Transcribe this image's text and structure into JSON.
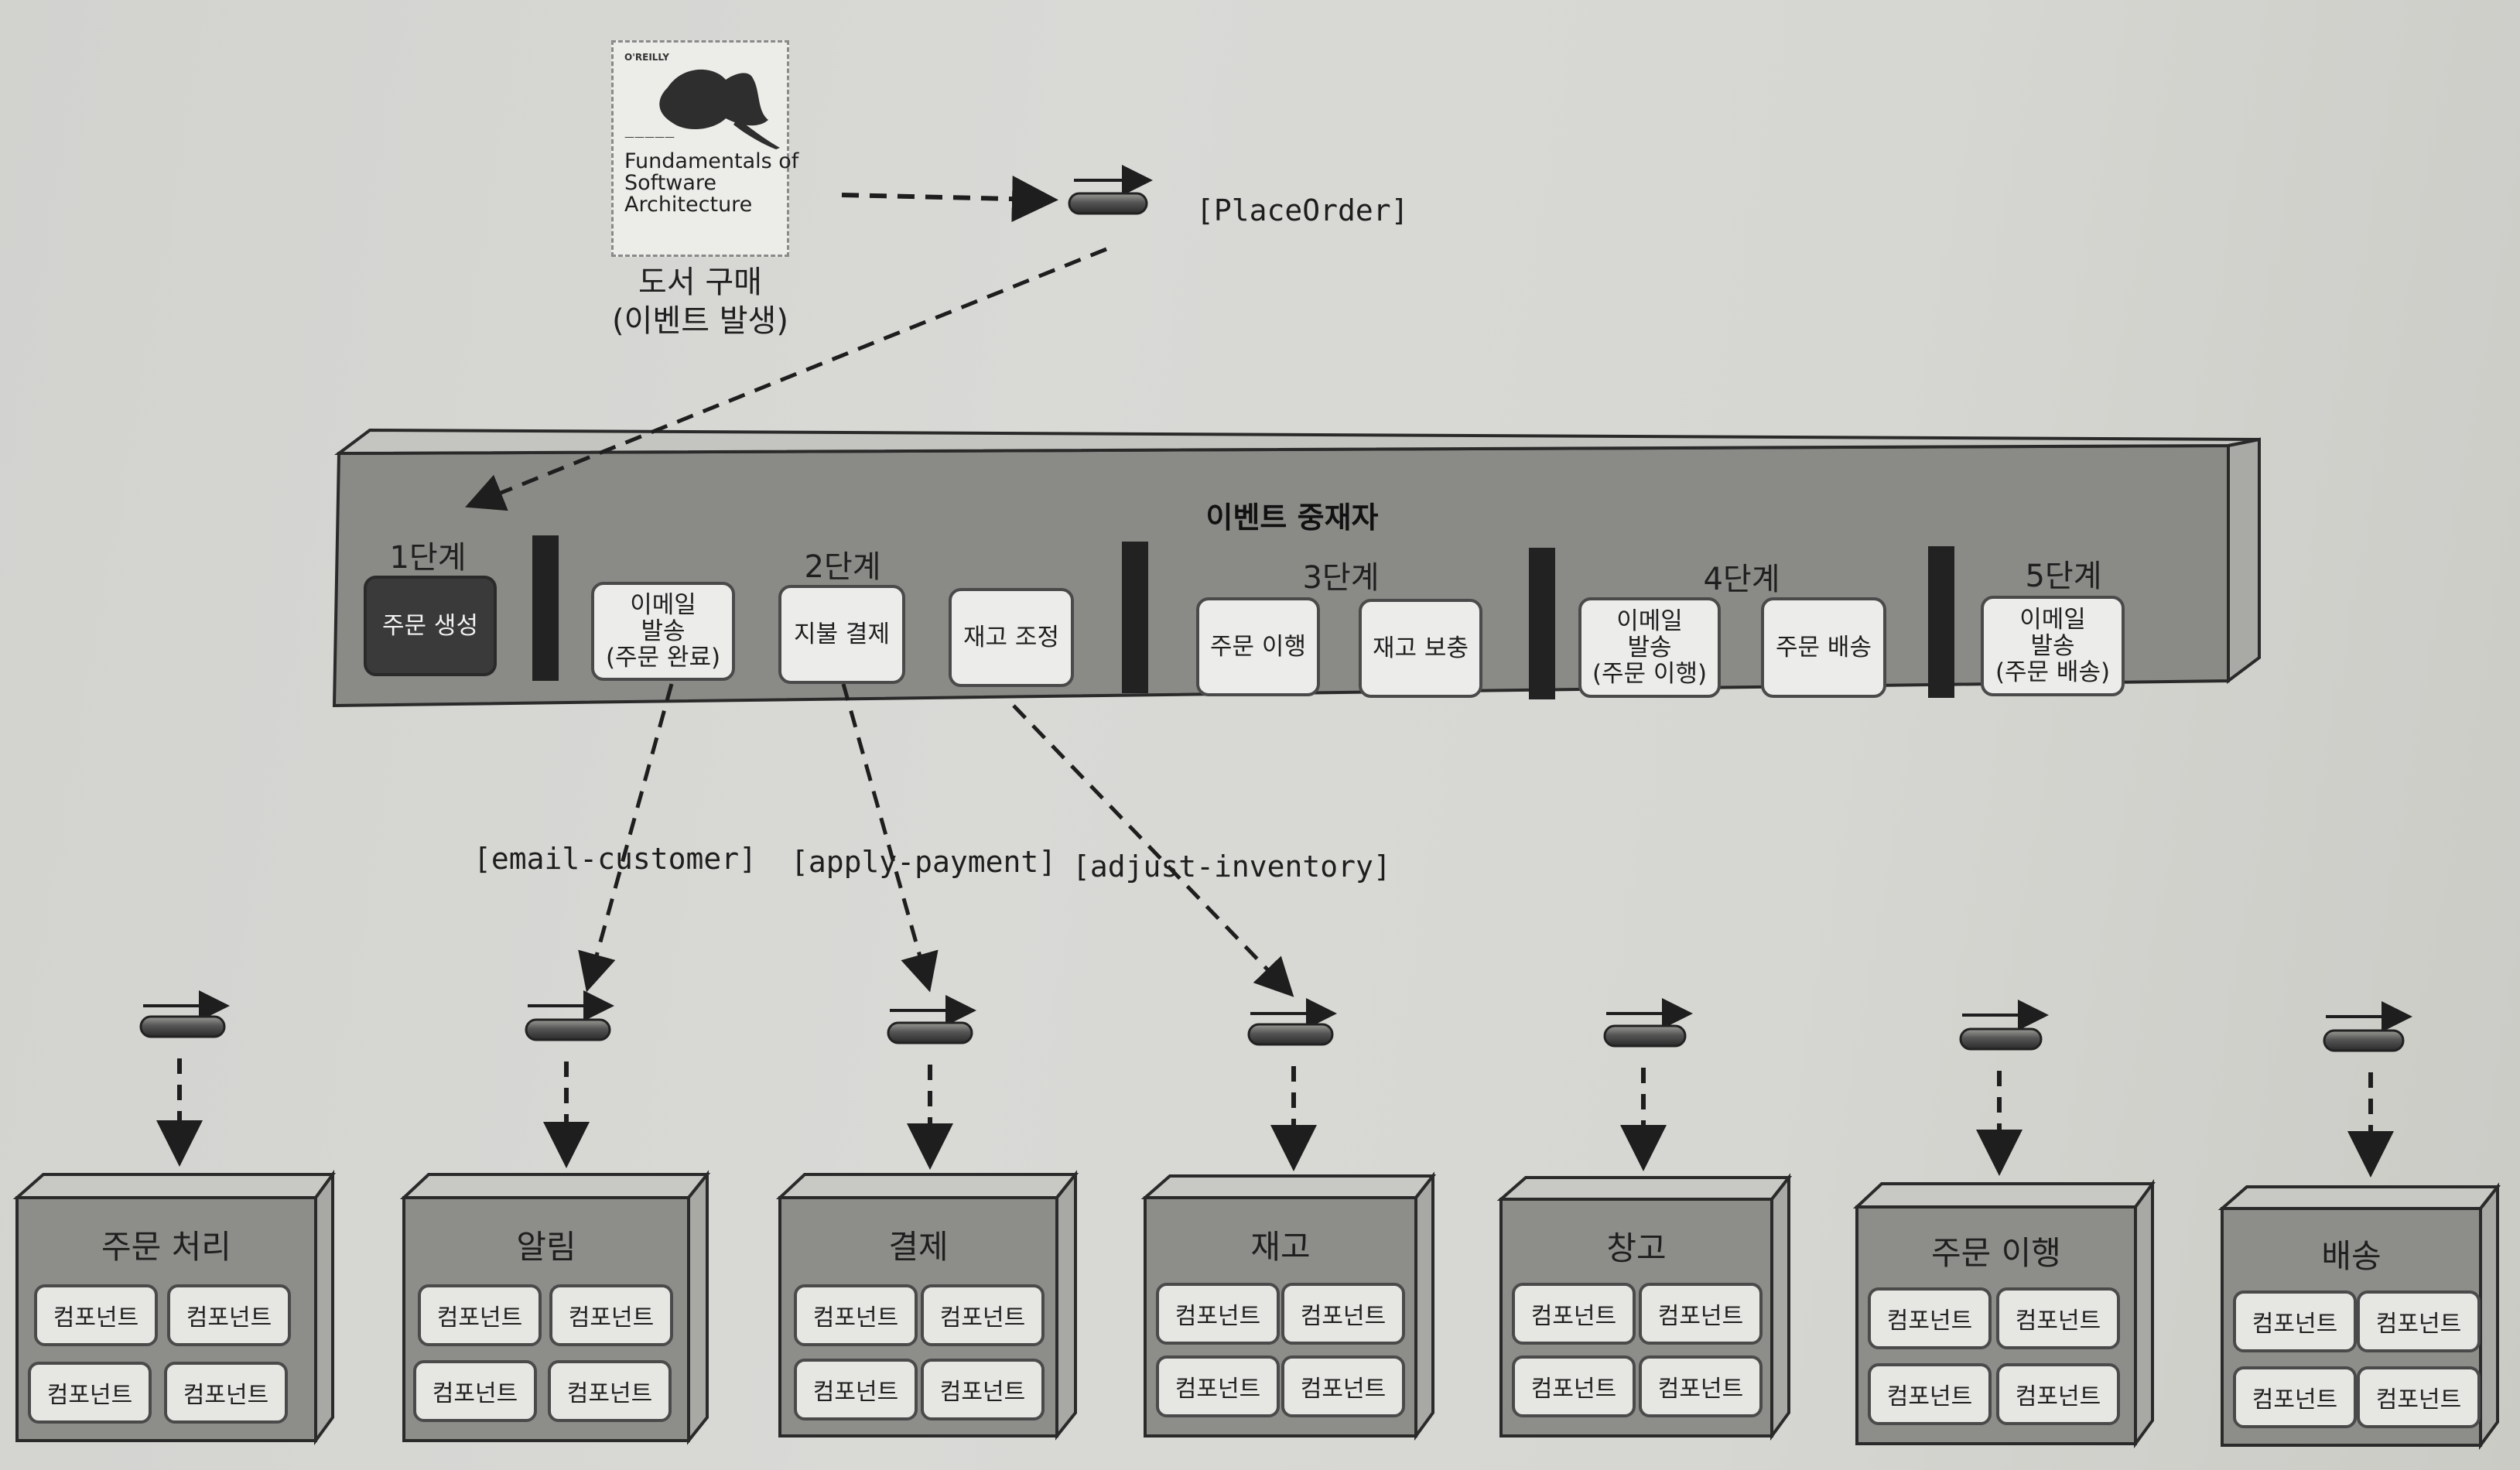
{
  "book": {
    "publisher": "O'REILLY",
    "title": "Fundamentals of\nSoftware\nArchitecture",
    "caption": "도서 구매\n(이벤트 발생)"
  },
  "place_order_label": "[PlaceOrder]",
  "mediator": {
    "title": "이벤트 중재자",
    "stages": [
      "1단계",
      "2단계",
      "3단계",
      "4단계",
      "5단계"
    ],
    "steps": [
      {
        "label": "주문 생성",
        "highlight": true
      },
      {
        "label": "이메일\n발송\n(주문 완료)",
        "highlight": false
      },
      {
        "label": "지불 결제",
        "highlight": false
      },
      {
        "label": "재고 조정",
        "highlight": false
      },
      {
        "label": "주문 이행",
        "highlight": false
      },
      {
        "label": "재고 보충",
        "highlight": false
      },
      {
        "label": "이메일\n발송\n(주문 이행)",
        "highlight": false
      },
      {
        "label": "주문 배송",
        "highlight": false
      },
      {
        "label": "이메일\n발송\n(주문 배송)",
        "highlight": false
      }
    ]
  },
  "event_labels": [
    "[email-customer]",
    "[apply-payment]",
    "[adjust-inventory]"
  ],
  "services": [
    {
      "name": "주문 처리",
      "components": [
        "컴포넌트",
        "컴포넌트",
        "컴포넌트",
        "컴포넌트"
      ]
    },
    {
      "name": "알림",
      "components": [
        "컴포넌트",
        "컴포넌트",
        "컴포넌트",
        "컴포넌트"
      ]
    },
    {
      "name": "결제",
      "components": [
        "컴포넌트",
        "컴포넌트",
        "컴포넌트",
        "컴포넌트"
      ]
    },
    {
      "name": "재고",
      "components": [
        "컴포넌트",
        "컴포넌트",
        "컴포넌트",
        "컴포넌트"
      ]
    },
    {
      "name": "창고",
      "components": [
        "컴포넌트",
        "컴포넌트",
        "컴포넌트",
        "컴포넌트"
      ]
    },
    {
      "name": "주문 이행",
      "components": [
        "컴포넌트",
        "컴포넌트",
        "컴포넌트",
        "컴포넌트"
      ]
    },
    {
      "name": "배송",
      "components": [
        "컴포넌트",
        "컴포넌트",
        "컴포넌트",
        "컴포넌트"
      ]
    }
  ],
  "colors": {
    "mediator_face": "#8a8a87",
    "mediator_top": "#c4c4c0",
    "mediator_side": "#a9a9a6",
    "service_face": "#8d8d8a",
    "highlight_step": "#3a3a3a"
  }
}
